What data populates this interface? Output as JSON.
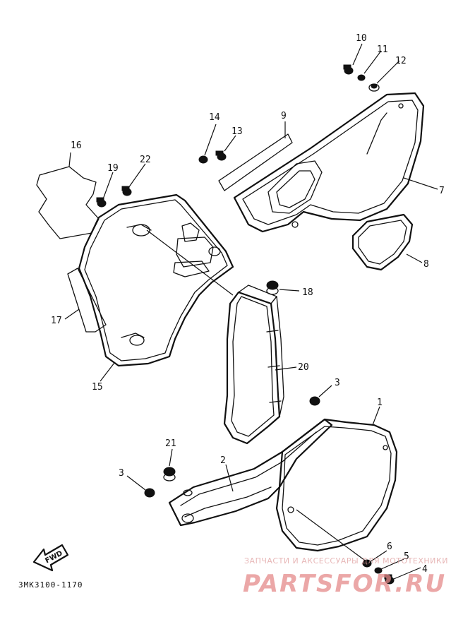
{
  "diagram": {
    "callouts": [
      {
        "id": "c10",
        "label": "10"
      },
      {
        "id": "c11",
        "label": "11"
      },
      {
        "id": "c12",
        "label": "12"
      },
      {
        "id": "c9",
        "label": "9"
      },
      {
        "id": "c14",
        "label": "14"
      },
      {
        "id": "c13",
        "label": "13"
      },
      {
        "id": "c7",
        "label": "7"
      },
      {
        "id": "c8",
        "label": "8"
      },
      {
        "id": "c16",
        "label": "16"
      },
      {
        "id": "c19",
        "label": "19"
      },
      {
        "id": "c22",
        "label": "22"
      },
      {
        "id": "c18",
        "label": "18"
      },
      {
        "id": "c17",
        "label": "17"
      },
      {
        "id": "c20",
        "label": "20"
      },
      {
        "id": "c15",
        "label": "15"
      },
      {
        "id": "c3a",
        "label": "3"
      },
      {
        "id": "c1",
        "label": "1"
      },
      {
        "id": "c21",
        "label": "21"
      },
      {
        "id": "c2",
        "label": "2"
      },
      {
        "id": "c3b",
        "label": "3"
      },
      {
        "id": "c6",
        "label": "6"
      },
      {
        "id": "c5",
        "label": "5"
      },
      {
        "id": "c4",
        "label": "4"
      }
    ],
    "fwd_label": "FWD",
    "drawing_code": "3MK3100-1170"
  },
  "watermark": {
    "tagline": "ЗАПЧАСТИ И АКСЕССУАРЫ ДЛЯ МОТОТЕХНИКИ",
    "brand": "PARTSFOR.RU",
    "color": "#e58a8a"
  }
}
